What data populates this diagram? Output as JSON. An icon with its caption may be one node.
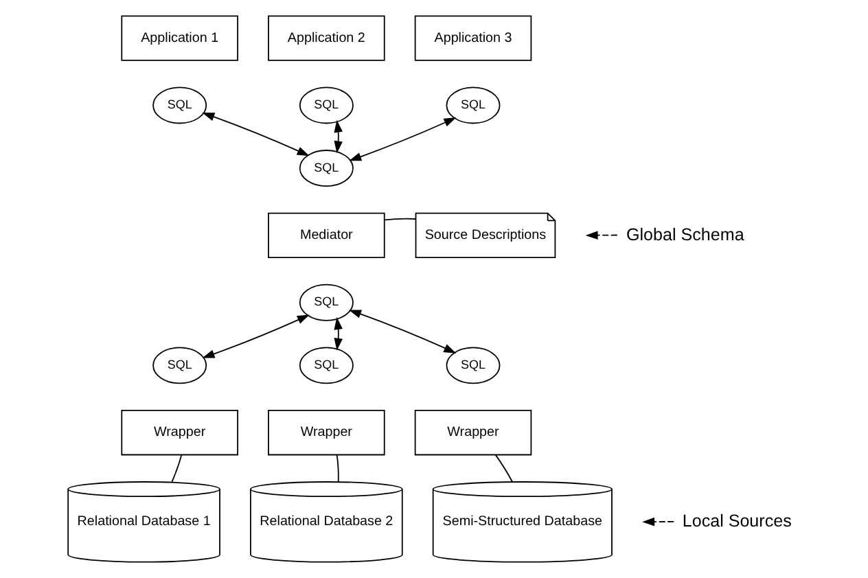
{
  "diagram": {
    "nodes": [
      {
        "text": [
          "Application 1"
        ]
      },
      {
        "text": [
          "SQL"
        ]
      },
      {
        "text": [
          "Application 2"
        ]
      },
      {
        "text": [
          "SQL"
        ]
      },
      {
        "text": [
          "Application 3"
        ]
      },
      {
        "text": [
          "SQL"
        ]
      },
      {
        "text": [
          "SQL"
        ]
      },
      {
        "text": [
          "Mediator"
        ]
      },
      {
        "text": [
          "SQL"
        ]
      },
      {
        "text": [
          "Source Descriptions"
        ]
      },
      {
        "text": [
          "Global Schema"
        ]
      },
      {
        "text": [
          "SQL"
        ]
      },
      {
        "text": [
          "SQL"
        ]
      },
      {
        "text": [
          "SQL"
        ]
      },
      {
        "text": [
          "Wrapper"
        ]
      },
      {
        "text": [
          "Wrapper"
        ]
      },
      {
        "text": [
          "Wrapper"
        ]
      },
      {
        "text": [
          "Relational Database 1"
        ]
      },
      {
        "text": [
          "Relational Database 2"
        ]
      },
      {
        "text": [
          "Semi-Structured Database"
        ]
      },
      {
        "text": [
          "Local Sources"
        ]
      }
    ],
    "edges": [
      {
        "from": 1,
        "to": 6,
        "arrow": "both"
      },
      {
        "from": 3,
        "to": 6,
        "arrow": "both"
      },
      {
        "from": 5,
        "to": 6,
        "arrow": "both"
      },
      {
        "from": 7,
        "to": 9,
        "arrow": "none"
      },
      {
        "from": 10,
        "to": null,
        "arrow": "to",
        "style": "dashed"
      },
      {
        "from": 8,
        "to": 11,
        "arrow": "both"
      },
      {
        "from": 8,
        "to": 12,
        "arrow": "both"
      },
      {
        "from": 8,
        "to": 13,
        "arrow": "both"
      },
      {
        "from": 14,
        "to": 17,
        "arrow": "none"
      },
      {
        "from": 15,
        "to": 18,
        "arrow": "none"
      },
      {
        "from": 16,
        "to": 19,
        "arrow": "none"
      },
      {
        "from": 20,
        "to": null,
        "arrow": "to",
        "style": "dashed"
      }
    ]
  }
}
